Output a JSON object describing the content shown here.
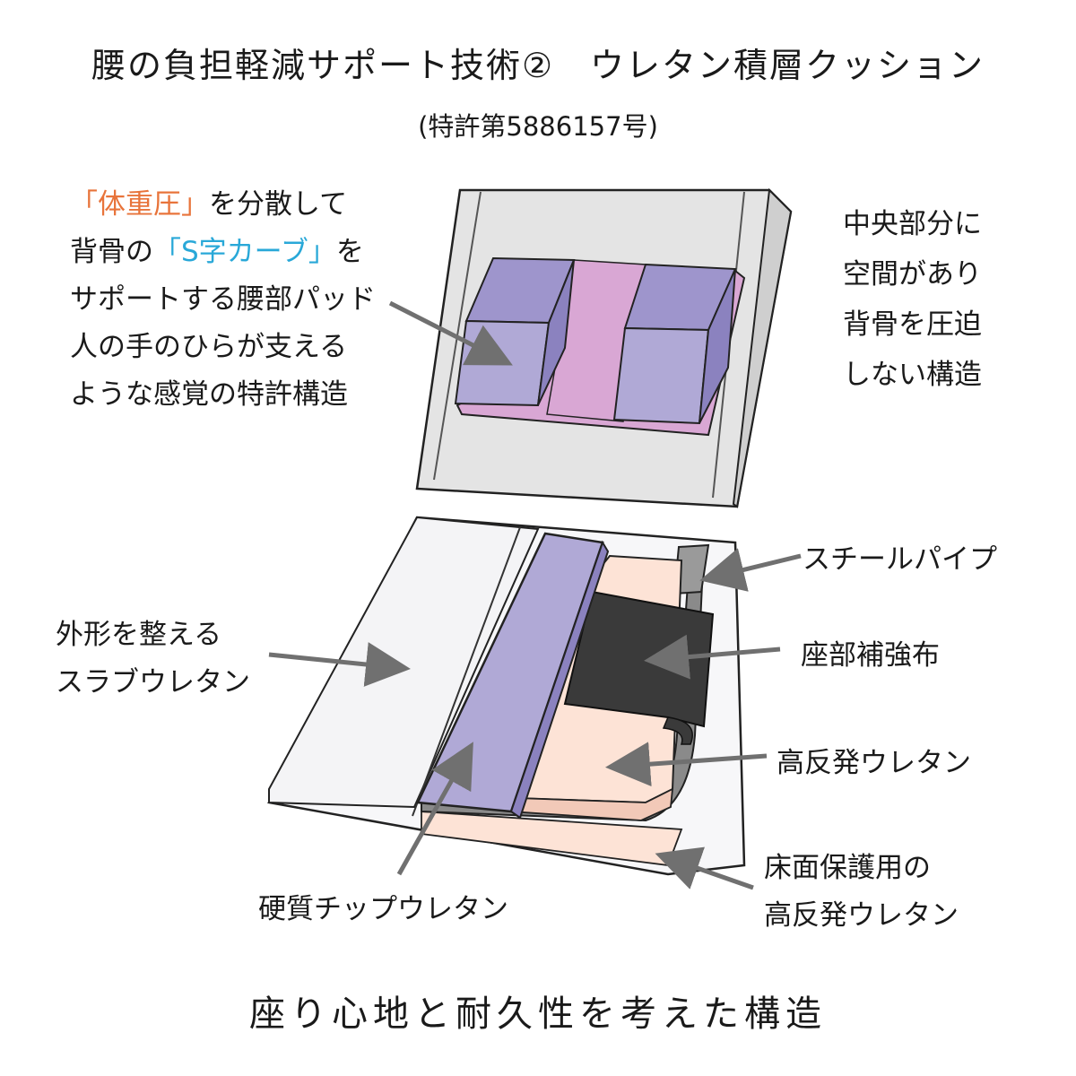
{
  "title": "腰の負担軽減サポート技術②　ウレタン積層クッション",
  "patent": "(特許第5886157号)",
  "back_left_text": {
    "line1_bracket_text": "「体重圧」",
    "line1_rest": "を分散して",
    "line2_prefix": "背骨の",
    "line2_bracket_text": "「S字カーブ」",
    "line2_suffix": "を",
    "line3": "サポートする腰部パッド",
    "line4": "人の手のひらが支える",
    "line5": "ような感覚の特許構造"
  },
  "back_right_text": [
    "中央部分に",
    "空間があり",
    "背骨を圧迫",
    "しない構造"
  ],
  "labels": {
    "steel_pipe": "スチールパイプ",
    "slab_urethane": [
      "外形を整える",
      "スラブウレタン"
    ],
    "seat_fabric": "座部補強布",
    "high_resilience": "高反発ウレタン",
    "floor_protection": [
      "床面保護用の",
      "高反発ウレタン"
    ],
    "chip_urethane": "硬質チップウレタン"
  },
  "footer": "座り心地と耐久性を考えた構造",
  "colors": {
    "accent_orange": "#e8743b",
    "accent_blue": "#29a8d8",
    "pad_purple": "#b0a9d6",
    "pad_pink": "#d9a7d4",
    "back_gray": "#e4e4e4",
    "fabric_dark": "#3a3a3a",
    "urethane_peach": "#fde3d6",
    "arrow_gray": "#707070"
  }
}
